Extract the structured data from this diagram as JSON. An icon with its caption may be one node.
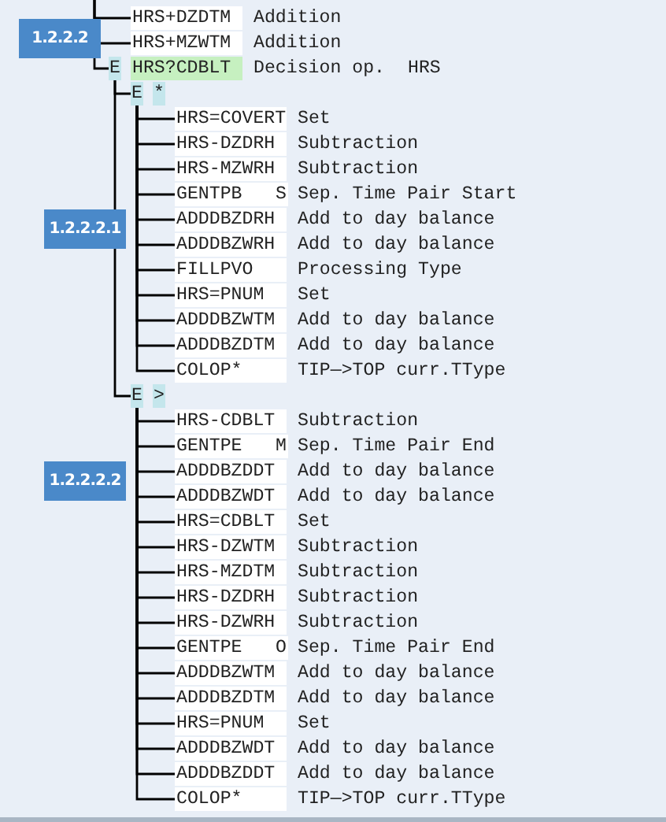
{
  "diagram": {
    "nodes": [
      {
        "text": [
          "HRS+DZDTM",
          "Addition"
        ]
      },
      {
        "text": [
          "HRS+MZWTM",
          "Addition"
        ]
      },
      {
        "text": [
          "E",
          "HRS?CDBLT",
          "Decision op.",
          "HRS"
        ]
      },
      {
        "text": [
          "E",
          "*"
        ]
      },
      {
        "text": [
          "HRS=COVERT",
          "Set"
        ]
      },
      {
        "text": [
          "HRS-DZDRH",
          "Subtraction"
        ]
      },
      {
        "text": [
          "HRS-MZWRH",
          "Subtraction"
        ]
      },
      {
        "text": [
          "GENTPB",
          "S",
          "Sep. Time Pair Start"
        ]
      },
      {
        "text": [
          "ADDDBZDRH",
          "Add to day balance"
        ]
      },
      {
        "text": [
          "ADDDBZWRH",
          "Add to day balance"
        ]
      },
      {
        "text": [
          "FILLPVO",
          "Processing Type"
        ]
      },
      {
        "text": [
          "HRS=PNUM",
          "Set"
        ]
      },
      {
        "text": [
          "ADDDBZWTM",
          "Add to day balance"
        ]
      },
      {
        "text": [
          "ADDDBZDTM",
          "Add to day balance"
        ]
      },
      {
        "text": [
          "COLOP*",
          "TIP—>TOP curr.TType"
        ]
      },
      {
        "text": [
          "E",
          ">"
        ]
      },
      {
        "text": [
          "HRS-CDBLT",
          "Subtraction"
        ]
      },
      {
        "text": [
          "GENTPE",
          "M",
          "Sep. Time Pair End"
        ]
      },
      {
        "text": [
          "ADDDBZDDT",
          "Add to day balance"
        ]
      },
      {
        "text": [
          "ADDDBZWDT",
          "Add to day balance"
        ]
      },
      {
        "text": [
          "HRS=CDBLT",
          "Set"
        ]
      },
      {
        "text": [
          "HRS-DZWTM",
          "Subtraction"
        ]
      },
      {
        "text": [
          "HRS-MZDTM",
          "Subtraction"
        ]
      },
      {
        "text": [
          "HRS-DZDRH",
          "Subtraction"
        ]
      },
      {
        "text": [
          "HRS-DZWRH",
          "Subtraction"
        ]
      },
      {
        "text": [
          "GENTPE",
          "O",
          "Sep. Time Pair End"
        ]
      },
      {
        "text": [
          "ADDDBZWTM",
          "Add to day balance"
        ]
      },
      {
        "text": [
          "ADDDBZDTM",
          "Add to day balance"
        ]
      },
      {
        "text": [
          "HRS=PNUM",
          "Set"
        ]
      },
      {
        "text": [
          "ADDDBZWDT",
          "Add to day balance"
        ]
      },
      {
        "text": [
          "ADDDBZDDT",
          "Add to day balance"
        ]
      },
      {
        "text": [
          "COLOP*",
          "TIP—>TOP curr.TType"
        ]
      }
    ],
    "edges": [
      {
        "from": null,
        "to": 0,
        "arrow": "none"
      },
      {
        "from": null,
        "to": 1,
        "arrow": "none"
      },
      {
        "from": null,
        "to": 2,
        "arrow": "none"
      },
      {
        "from": 2,
        "to": 3,
        "arrow": "none"
      },
      {
        "from": 3,
        "to": 4,
        "arrow": "none"
      },
      {
        "from": 3,
        "to": 5,
        "arrow": "none"
      },
      {
        "from": 3,
        "to": 6,
        "arrow": "none"
      },
      {
        "from": 3,
        "to": 7,
        "arrow": "none"
      },
      {
        "from": 3,
        "to": 8,
        "arrow": "none"
      },
      {
        "from": 3,
        "to": 9,
        "arrow": "none"
      },
      {
        "from": 3,
        "to": 10,
        "arrow": "none"
      },
      {
        "from": 3,
        "to": 11,
        "arrow": "none"
      },
      {
        "from": 3,
        "to": 12,
        "arrow": "none"
      },
      {
        "from": 3,
        "to": 13,
        "arrow": "none"
      },
      {
        "from": 3,
        "to": 14,
        "arrow": "none"
      },
      {
        "from": 2,
        "to": 15,
        "arrow": "none"
      },
      {
        "from": 15,
        "to": 16,
        "arrow": "none"
      },
      {
        "from": 15,
        "to": 17,
        "arrow": "none"
      },
      {
        "from": 15,
        "to": 18,
        "arrow": "none"
      },
      {
        "from": 15,
        "to": 19,
        "arrow": "none"
      },
      {
        "from": 15,
        "to": 20,
        "arrow": "none"
      },
      {
        "from": 15,
        "to": 21,
        "arrow": "none"
      },
      {
        "from": 15,
        "to": 22,
        "arrow": "none"
      },
      {
        "from": 15,
        "to": 23,
        "arrow": "none"
      },
      {
        "from": 15,
        "to": 24,
        "arrow": "none"
      },
      {
        "from": 15,
        "to": 25,
        "arrow": "none"
      },
      {
        "from": 15,
        "to": 26,
        "arrow": "none"
      },
      {
        "from": 15,
        "to": 27,
        "arrow": "none"
      },
      {
        "from": 15,
        "to": 28,
        "arrow": "none"
      },
      {
        "from": 15,
        "to": 29,
        "arrow": "none"
      },
      {
        "from": 15,
        "to": 30,
        "arrow": "none"
      },
      {
        "from": 15,
        "to": 31,
        "arrow": "none"
      }
    ],
    "labels": [
      "1.2.2.2",
      "1.2.2.2.1",
      "1.2.2.2.2"
    ]
  }
}
